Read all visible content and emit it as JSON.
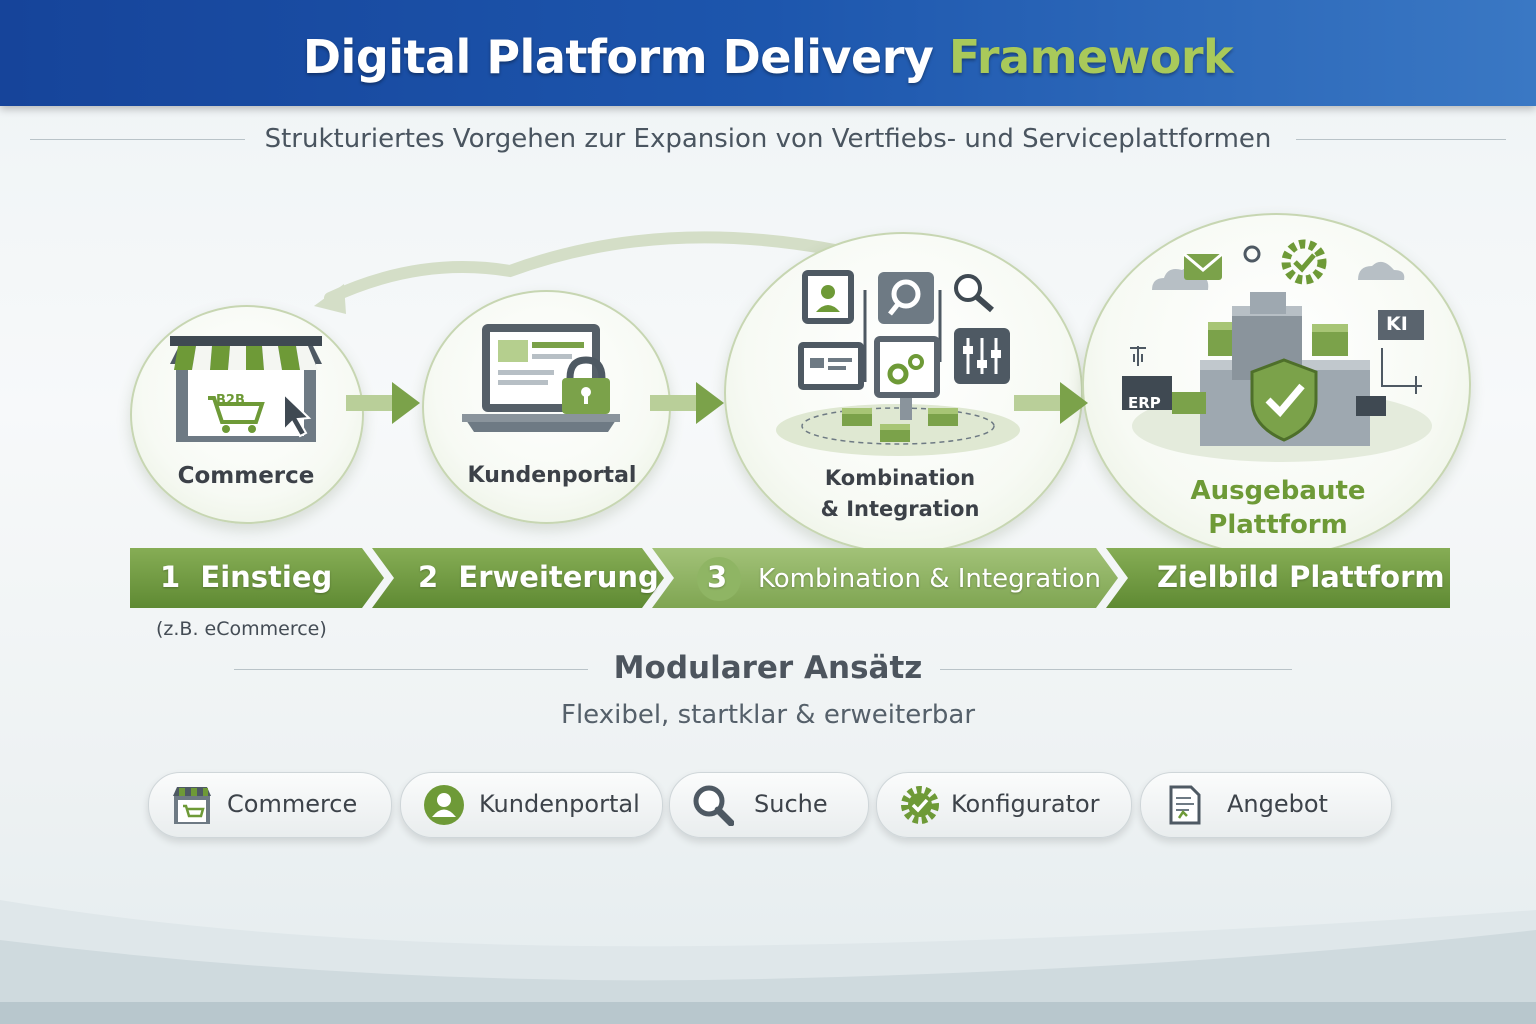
{
  "header": {
    "title_main": "Digital Platform Delivery",
    "title_accent": "Framework"
  },
  "subtitle": "Strukturiertes Vorgehen zur Expansion von Vertfiebs- und Serviceplattformen",
  "stages": [
    {
      "label": "Commerce",
      "icon": "storefront-icon",
      "badge": "B2B"
    },
    {
      "label": "Kundenportal",
      "icon": "laptop-lock-icon"
    },
    {
      "label_line1": "Kombination",
      "label_line2": "& Integration",
      "icon": "integration-icon"
    },
    {
      "label_line1": "Ausgebaute",
      "label_line2": "Plattform",
      "icon": "platform-shield-icon",
      "tags": [
        "ERP",
        "KI"
      ]
    }
  ],
  "steps": [
    {
      "number": "1",
      "label": "Einstieg"
    },
    {
      "number": "2",
      "label": "Erweiterung"
    },
    {
      "number": "3",
      "label": "Kombination & Integration"
    },
    {
      "number": "",
      "label": "Zielbild Plattform"
    }
  ],
  "step_note": "(z.B. eCommerce)",
  "modular": {
    "title": "Modularer Ansätz",
    "subtitle": "Flexibel, startklar & erweiterbar"
  },
  "modules": [
    {
      "label": "Commerce",
      "icon": "store-cart-icon"
    },
    {
      "label": "Kundenportal",
      "icon": "user-icon"
    },
    {
      "label": "Suche",
      "icon": "search-icon"
    },
    {
      "label": "Konfigurator",
      "icon": "gear-check-icon"
    },
    {
      "label": "Angebot",
      "icon": "document-icon"
    }
  ],
  "colors": {
    "header_blue": "#1d56ad",
    "accent_green": "#a9c95a",
    "step_green": "#6f9a3c",
    "text_dark": "#3c4148"
  }
}
